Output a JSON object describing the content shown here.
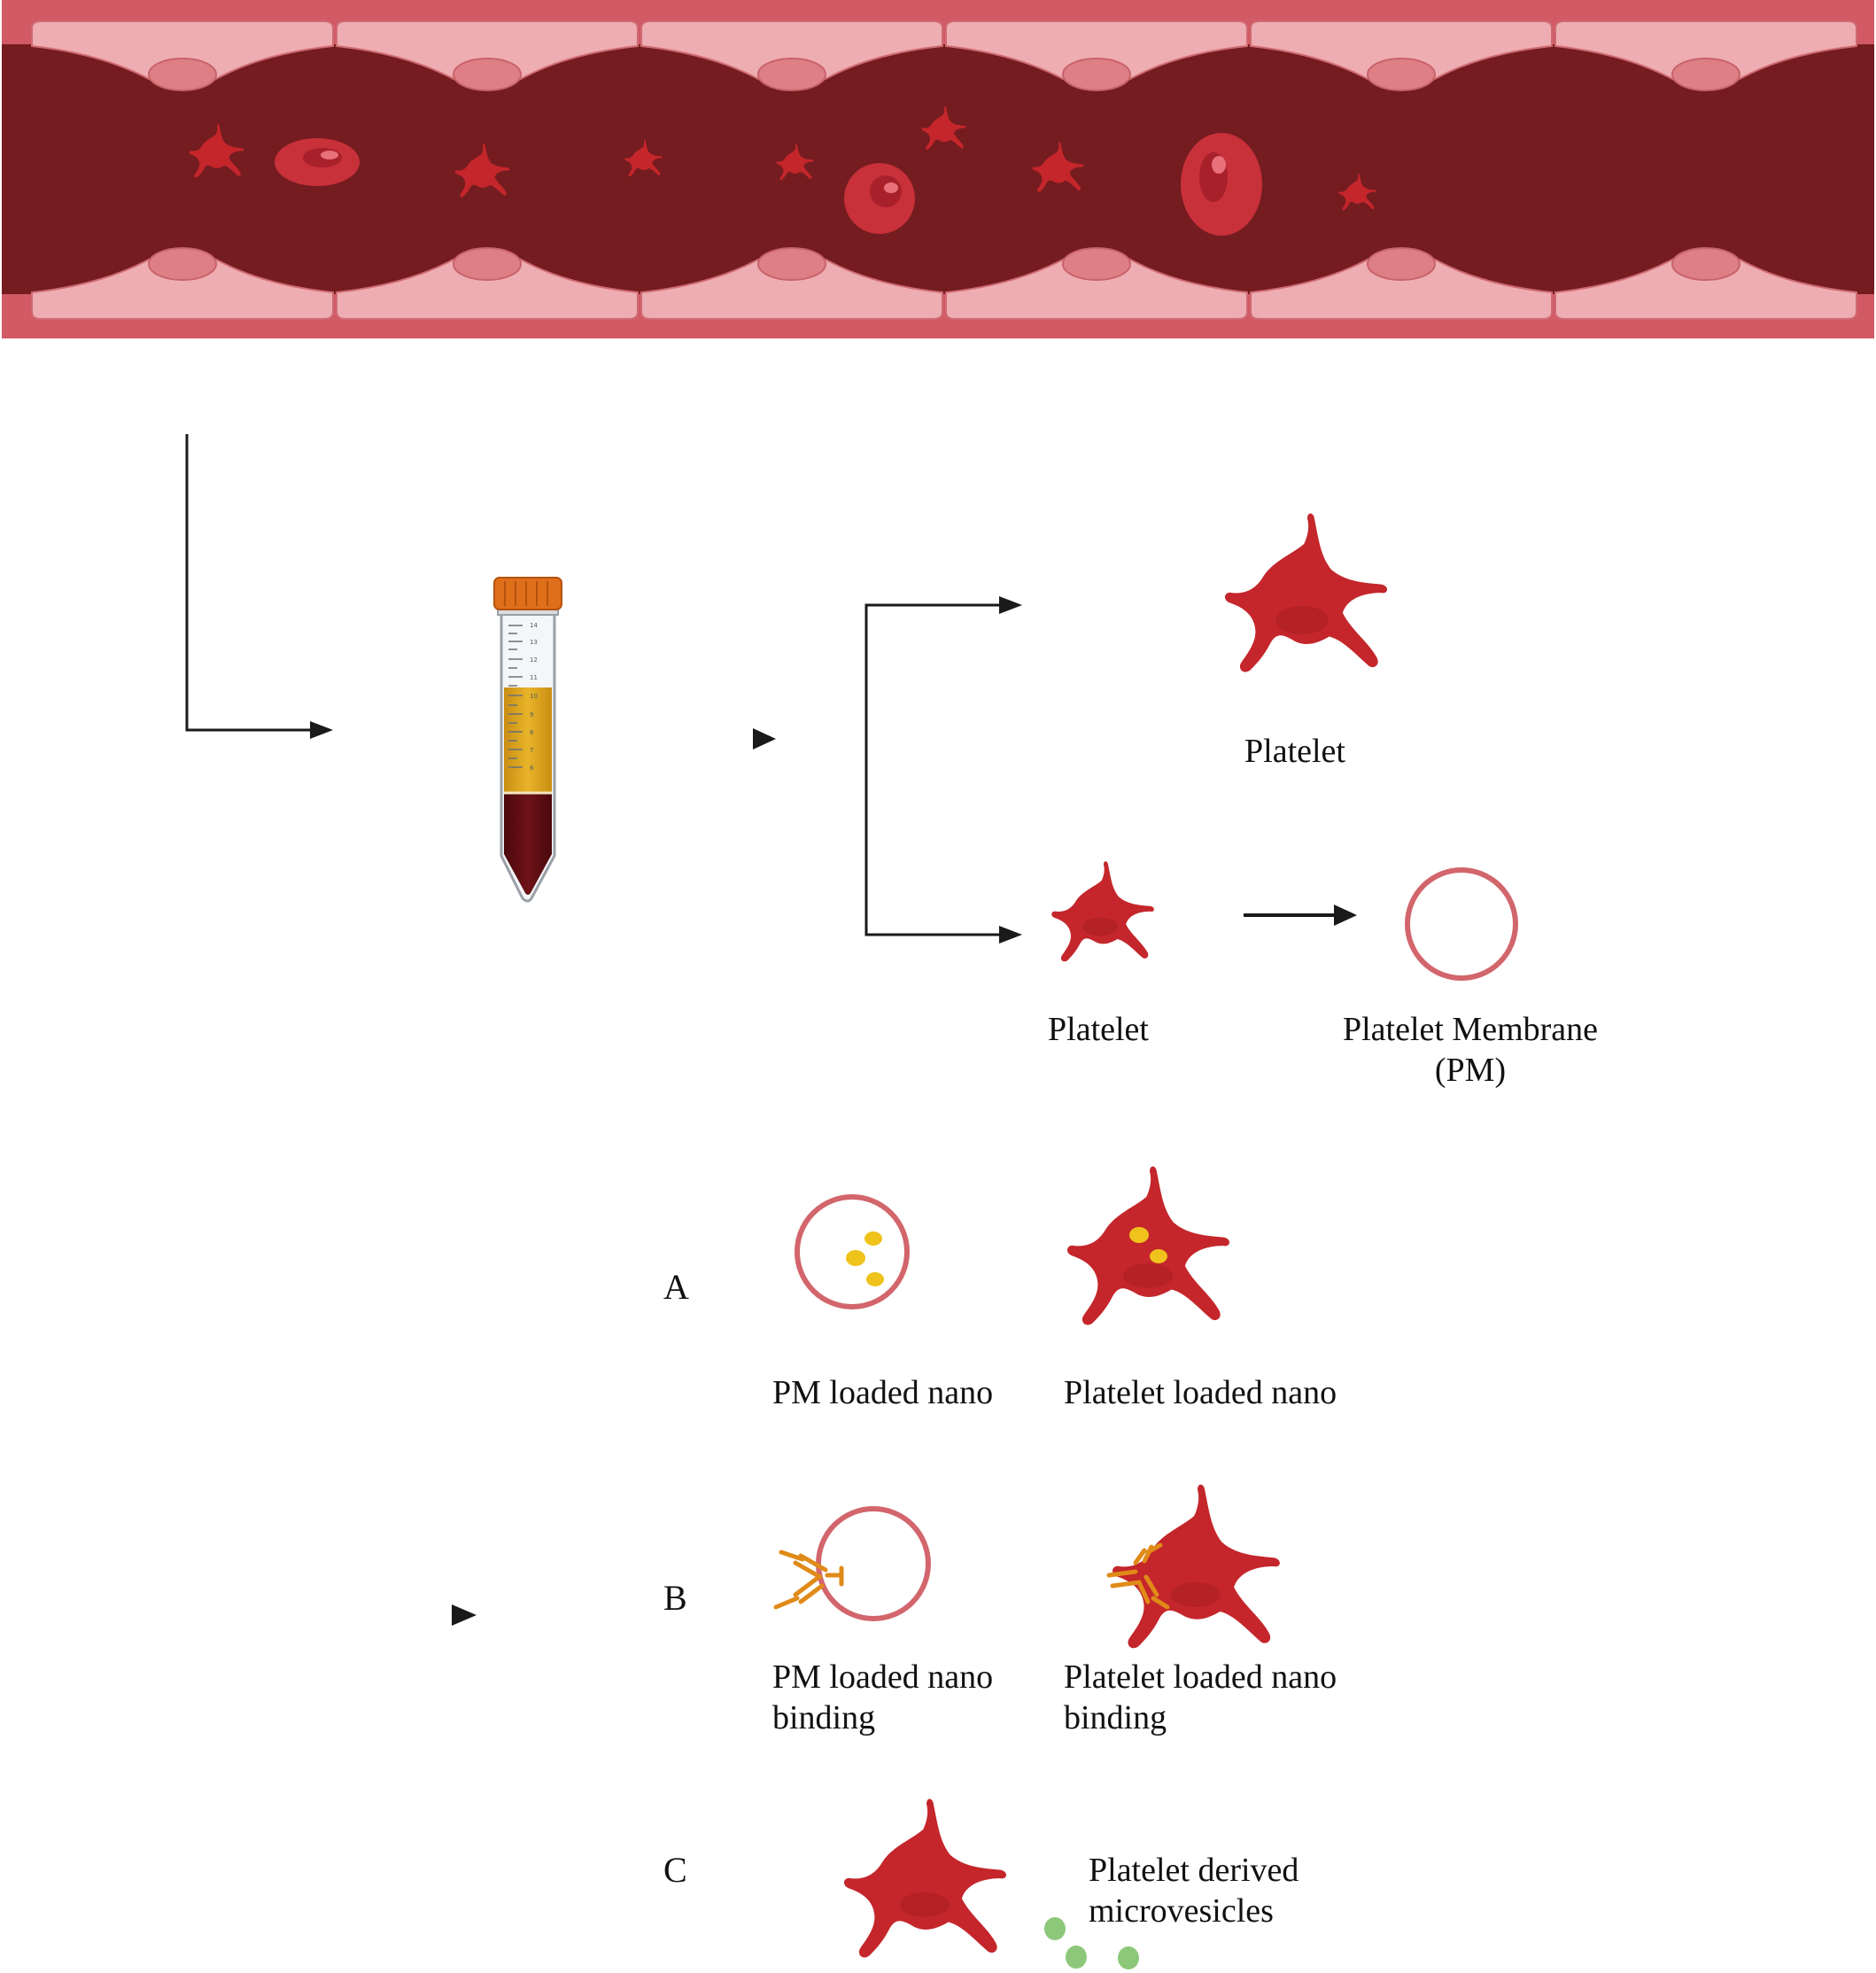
{
  "labels": {
    "platelet_top": "Platelet",
    "platelet_mid": "Platelet",
    "platelet_membrane_line1": "Platelet Membrane",
    "platelet_membrane_line2": "(PM)",
    "letter_a": "A",
    "letter_b": "B",
    "letter_c": "C",
    "pm_loaded_nano": "PM loaded nano",
    "platelet_loaded_nano": "Platelet loaded nano",
    "pm_binding_line1": "PM loaded nano",
    "pm_binding_line2": "binding",
    "platelet_binding_line1": "Platelet loaded nano",
    "platelet_binding_line2": "binding",
    "microvesicles_line1": "Platelet derived",
    "microvesicles_line2": "microvesicles"
  },
  "tube_scale": [
    "14",
    "13",
    "12",
    "11",
    "10",
    "9",
    "8",
    "7",
    "6"
  ],
  "colors": {
    "vessel_wall": "#d15a64",
    "vessel_lumen": "#741c20",
    "endothelial_cell": "#eeadb2",
    "nucleus": "#dd7f85",
    "platelet": "#c4262b",
    "platelet_shade": "#a81d22",
    "rbc": "#c8303a",
    "membrane": "#d2666c",
    "nanoparticle": "#f0c21c",
    "antibody": "#e08a18",
    "microvesicle": "#8dc87a",
    "plasma": "#e0a81e",
    "tube_blood": "#5e0d12",
    "cap": "#e06f1c",
    "arrow": "#1a1a1a"
  }
}
